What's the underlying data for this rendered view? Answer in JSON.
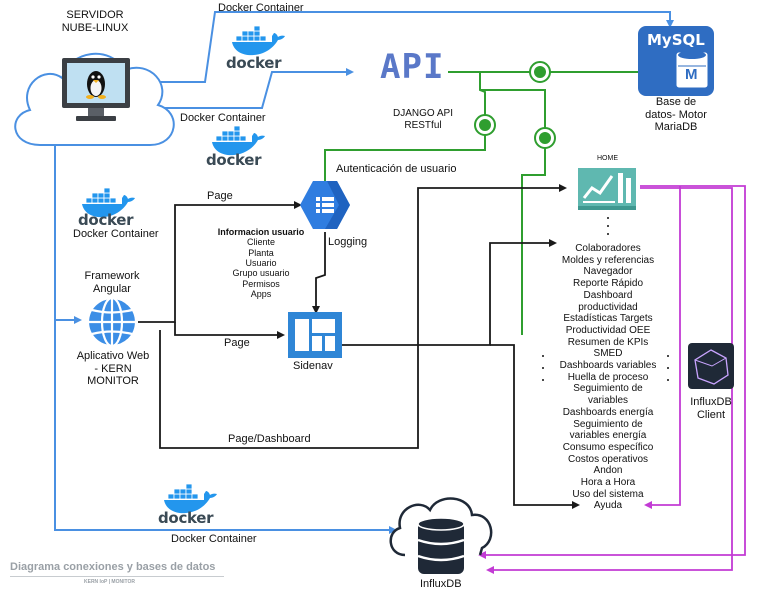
{
  "labels": {
    "server_title_line1": "SERVIDOR",
    "server_title_line2": "NUBE-LINUX",
    "docker_container_top": "Docker Container",
    "docker_container_mid": "Docker Container",
    "docker_container_left": "Docker Container",
    "docker_container_bottom": "Docker Container",
    "docker_word": "docker",
    "api_word": "API",
    "api_desc_line1": "DJANGO API",
    "api_desc_line2": "RESTful",
    "mysql_word": "MySQL",
    "mysql_m": "M",
    "db_desc_line1": "Base de",
    "db_desc_line2": "datos- Motor",
    "db_desc_line3": "MariaDB",
    "auth_label": "Autenticación de usuario",
    "logging_label": "Logging",
    "page_label_top": "Page",
    "page_label_bottom": "Page",
    "page_dashboard_label": "Page/Dashboard",
    "sidenav_label": "Sidenav",
    "framework_line1": "Framework",
    "framework_line2": "Angular",
    "app_line1": "Aplicativo Web",
    "app_line2": "- KERN",
    "app_line3": "MONITOR",
    "influx_client_line1": "InfluxDB",
    "influx_client_line2": "Client",
    "influxdb_label": "InfluxDB",
    "home_label": "HOME",
    "footer_title": "Diagrama conexiones y bases de datos",
    "footer_sub": "KERN IoP | MONITOR"
  },
  "user_info": {
    "title": "Informacion usuario",
    "items": [
      "Cliente",
      "Planta",
      "Usuario",
      "Grupo usuario",
      "Permisos",
      "Apps"
    ]
  },
  "menu_items": [
    "Colaboradores",
    "Moldes y referencias",
    "Navegador",
    "Reporte Rápido",
    "Dashboard",
    "productividad",
    "Estadísticas Targets",
    "Productividad OEE",
    "Resumen de KPIs",
    "SMED",
    "Dashboards variables",
    "Huella de proceso",
    "Seguimiento de",
    "variables",
    "Dashboards energía",
    "Seguimiento de",
    "variables energía",
    "Consumo específico",
    "Costos operativos",
    "Andon",
    "Hora a Hora",
    "Uso del sistema",
    "Ayuda"
  ],
  "colors": {
    "blue_line": "#4a90e2",
    "green_line": "#2f9e2f",
    "magenta_line": "#c23bd4",
    "black_line": "#1a1a1a",
    "api_blue": "#5a78c8",
    "mysql_blue": "#2f6dc2",
    "logging_blue": "#2f7de0",
    "sidenav_blue": "#2f86d6",
    "home_teal": "#5fb8b0",
    "influx_dark": "#1f2937",
    "footer_gray": "#9aa0a6"
  },
  "icons": [
    "cloud-icon",
    "tux-monitor-icon",
    "docker-whale-icon",
    "api-logo",
    "mysql-db-icon",
    "logging-hexagon-icon",
    "sidenav-icon",
    "globe-icon",
    "home-chart-icon",
    "influxdb-client-icon",
    "influxdb-cloud-db-icon"
  ]
}
